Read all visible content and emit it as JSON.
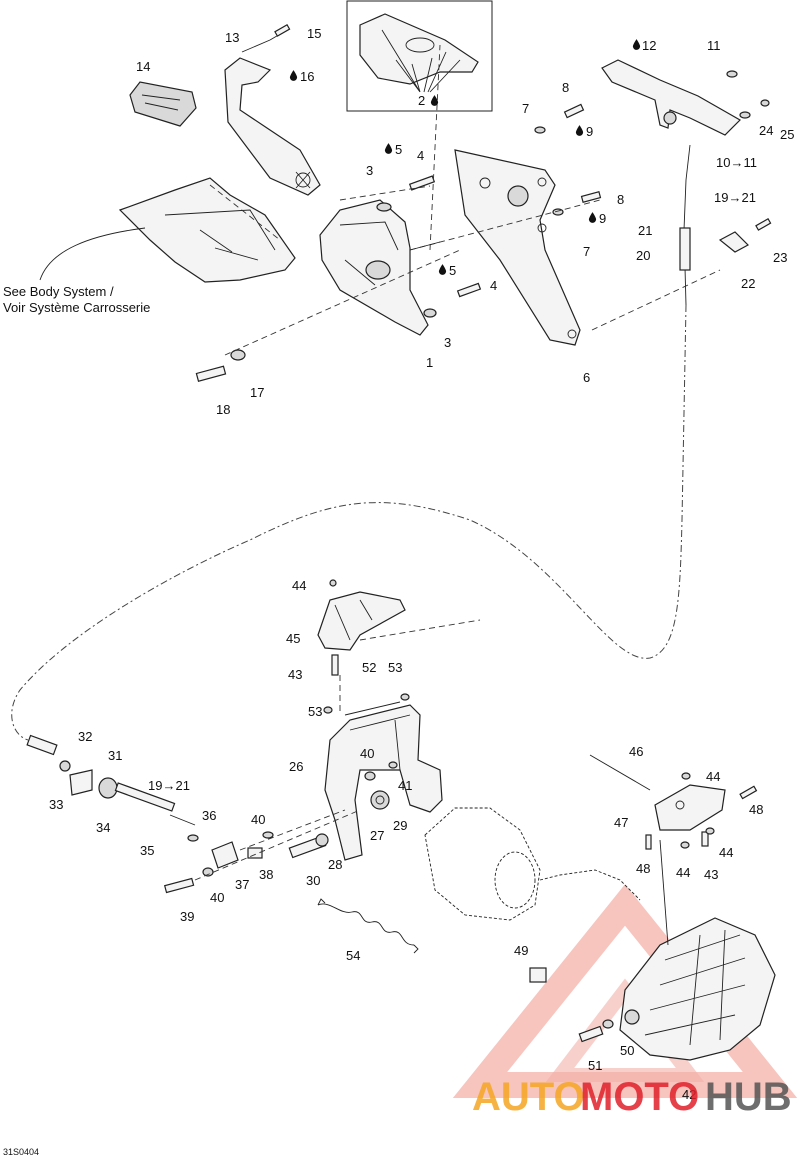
{
  "diagram": {
    "note": [
      "See Body System /",
      "Voir Système Carrosserie"
    ],
    "drawing_code": "31S0404",
    "oil_symbol": "drop-icon",
    "watermark": {
      "part1": "AUTO",
      "part2": "MOTO",
      "part3": "HUB",
      "color_orange": "#f5a623",
      "color_red": "#e0202a",
      "color_gray": "#555555"
    },
    "callouts": [
      "1",
      "2",
      "3",
      "3",
      "4",
      "4",
      "5",
      "5",
      "6",
      "7",
      "7",
      "8",
      "8",
      "9",
      "9",
      "10→11",
      "11",
      "12",
      "13",
      "14",
      "15",
      "16",
      "17",
      "18",
      "19→21",
      "20",
      "21",
      "22",
      "23",
      "24",
      "25",
      "26",
      "27",
      "28",
      "29",
      "30",
      "31",
      "32",
      "33",
      "34",
      "35",
      "19→21",
      "36",
      "37",
      "38",
      "39",
      "40",
      "40",
      "40",
      "41",
      "42",
      "43",
      "43",
      "44",
      "44",
      "44",
      "44",
      "45",
      "46",
      "47",
      "48",
      "48",
      "49",
      "50",
      "51",
      "52",
      "53",
      "53",
      "54"
    ]
  }
}
